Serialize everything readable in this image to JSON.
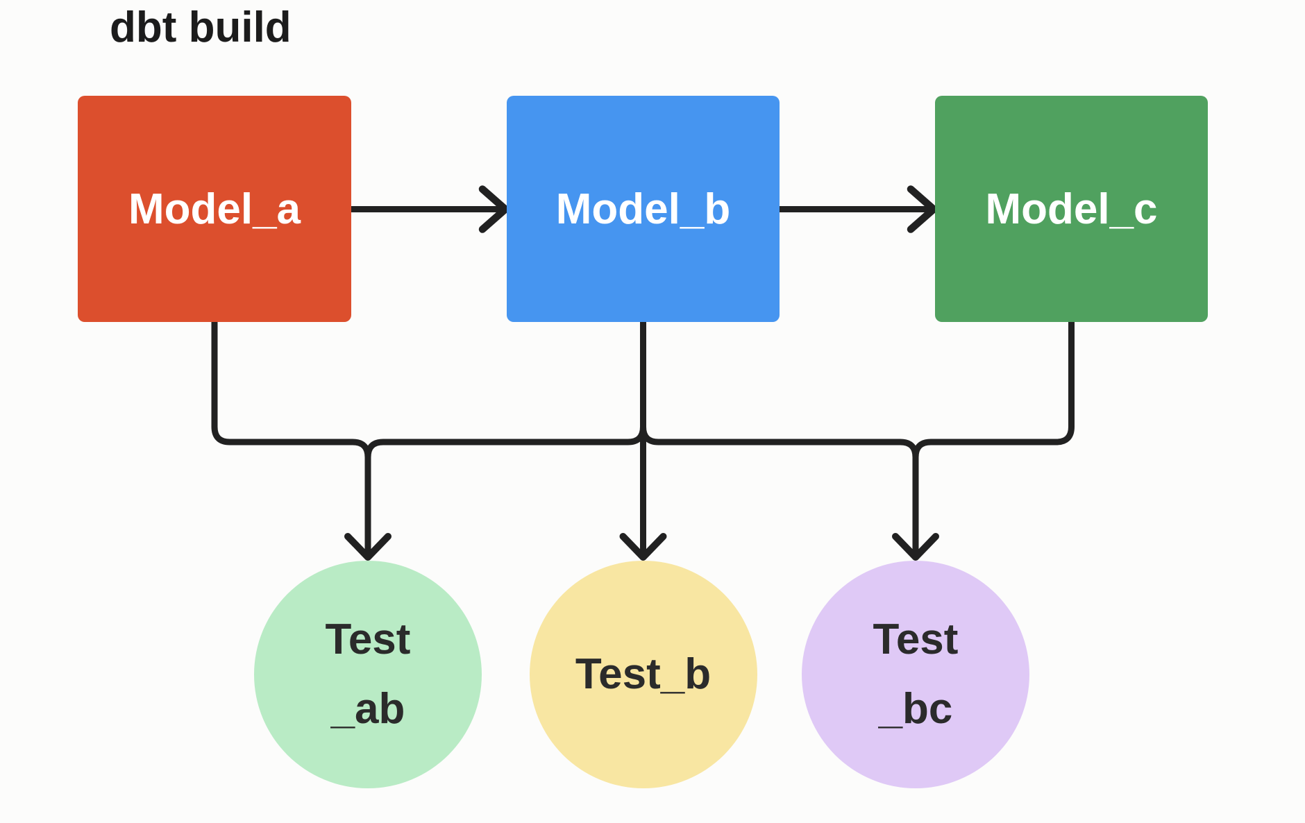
{
  "title": "dbt build",
  "colors": {
    "background": "#FCFCFB",
    "connector": "#212121",
    "title_text": "#1C1C1C",
    "model_label_text": "#FFFFFF",
    "test_label_text": "#2B2B2B"
  },
  "diagram": {
    "models": [
      {
        "id": "model_a",
        "label": "Model_a",
        "color": "#DC4F2D"
      },
      {
        "id": "model_b",
        "label": "Model_b",
        "color": "#4695F0"
      },
      {
        "id": "model_c",
        "label": "Model_c",
        "color": "#50A15F"
      }
    ],
    "tests": [
      {
        "id": "test_ab",
        "line1": "Test",
        "line2": "_ab",
        "color": "#B9EBC5"
      },
      {
        "id": "test_b",
        "line1": "Test_b",
        "color": "#F8E6A2"
      },
      {
        "id": "test_bc",
        "line1": "Test",
        "line2": "_bc",
        "color": "#DFC9F6"
      }
    ],
    "edges": [
      {
        "from": "Model_a",
        "to": "Model_b",
        "style": "arrow-right"
      },
      {
        "from": "Model_b",
        "to": "Model_c",
        "style": "arrow-right"
      },
      {
        "from": "Model_a",
        "to": "Test_ab",
        "style": "elbow-down"
      },
      {
        "from": "Model_b",
        "to": "Test_ab",
        "style": "elbow-down"
      },
      {
        "from": "Model_b",
        "to": "Test_b",
        "style": "straight-down"
      },
      {
        "from": "Model_b",
        "to": "Test_bc",
        "style": "elbow-down"
      },
      {
        "from": "Model_c",
        "to": "Test_bc",
        "style": "elbow-down"
      }
    ]
  }
}
